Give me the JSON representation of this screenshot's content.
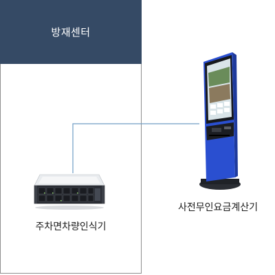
{
  "center": {
    "title": "방재센터"
  },
  "devices": {
    "server_label": "주차면차량인식기",
    "kiosk_label": "사전무인요금계산기"
  },
  "colors": {
    "header_bg": "#354a65",
    "connector": "#6f9cc4",
    "kiosk_body": "#2a4fd0",
    "server_body": "#2c2f36"
  },
  "icons": {
    "server": "rack-server-icon",
    "kiosk": "payment-kiosk-icon"
  }
}
